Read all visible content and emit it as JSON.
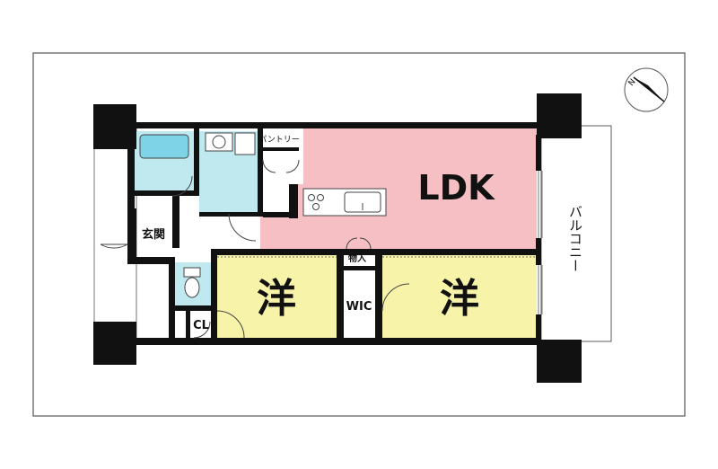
{
  "rooms": {
    "ldk": "LDK",
    "western_1": "洋",
    "western_2": "洋",
    "entrance": "玄関",
    "pantry": "パントリー",
    "storage": "物入",
    "wic": "WIC",
    "closet": "CL",
    "balcony": "バルコニー"
  },
  "compass": {
    "north": "N"
  },
  "colors": {
    "ldk": "#f5bfc4",
    "western": "#f7f3a8",
    "wet_area": "#bfe8ef",
    "bath_tub": "#7fd3e6",
    "wall": "#111111",
    "outline": "#555555"
  }
}
